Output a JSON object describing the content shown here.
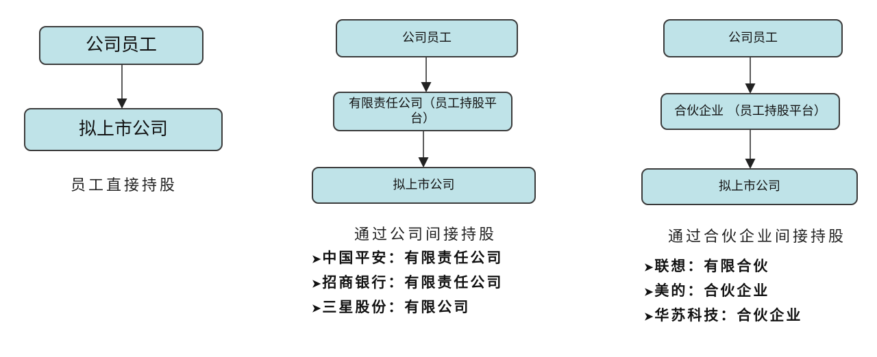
{
  "diagram1": {
    "top": "公司员工",
    "bottom": "拟上市公司",
    "caption": "员工直接持股"
  },
  "diagram2": {
    "top": "公司员工",
    "middle": "有限责任公司（员工持股平台）",
    "bottom": "拟上市公司",
    "caption": "通过公司间接持股",
    "examples": [
      "中国平安：有限责任公司",
      "招商银行：有限责任公司",
      "三星股份：有限公司"
    ]
  },
  "diagram3": {
    "top": "公司员工",
    "middle": "合伙企业 （员工持股平台）",
    "bottom": "拟上市公司",
    "caption": "通过合伙企业间接持股",
    "examples": [
      "联想：有限合伙",
      "美的：合伙企业",
      "华苏科技：合伙企业"
    ]
  },
  "colors": {
    "box_fill": "#bfe3e8",
    "box_border": "#3a3a3a"
  }
}
